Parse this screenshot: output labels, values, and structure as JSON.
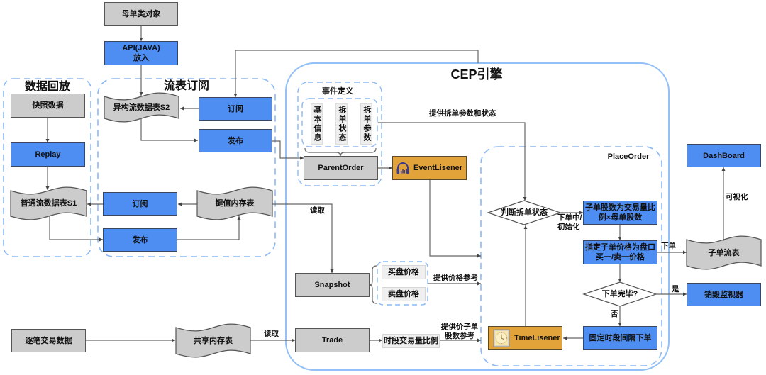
{
  "colors": {
    "process_blue": "#4e8ef2",
    "data_grey": "#cccccc",
    "listener_orange": "#e2a43a",
    "group_dashed": "#8cb9f3",
    "cep_border": "#93c0f7"
  },
  "groups": {
    "data_replay": {
      "title": "数据回放"
    },
    "stream_subscription": {
      "title": "流表订阅"
    },
    "cep_engine": {
      "title": "CEP引擎"
    },
    "event_definition": {
      "title": "事件定义",
      "fields": [
        "基本信息",
        "拆单状态",
        "拆单参数"
      ]
    },
    "place_order": {
      "title": "PlaceOrder"
    }
  },
  "nodes": {
    "parent_order_class": "母单类对象",
    "api_java": [
      "API(JAVA)",
      "放入"
    ],
    "snapshot_data": "快照数据",
    "replay": "Replay",
    "normal_stream_table_s1": "普通流数据表S1",
    "hetero_stream_table_s2": "异构流数据表S2",
    "subscribe_top": "订阅",
    "publish_top": "发布",
    "subscribe_mid": "订阅",
    "kv_memory_table": "键值内存表",
    "publish_low": "发布",
    "tick_trade_data": "逐笔交易数据",
    "shared_memory_table": "共享内存表",
    "parent_order": "ParentOrder",
    "event_listener": "EventLisener",
    "snapshot": "Snapshot",
    "bid_price": "买盘价格",
    "ask_price": "卖盘价格",
    "trade": "Trade",
    "period_volume_ratio": "时段交易量比例",
    "judge_split_status": "判断拆单状态",
    "child_qty": [
      "子单股数为交易量比",
      "例×母单股数"
    ],
    "child_price": [
      "指定子单价格为盘口",
      "买一/卖一价格"
    ],
    "order_done": "下单完毕?",
    "fixed_interval_order": "固定时段间隔下单",
    "time_listener": "TimeLisener",
    "child_order_stream": "子单流表",
    "dashboard": "DashBoard",
    "destroy_monitor": "销毁监视器"
  },
  "edge_labels": {
    "read_kv": "读取",
    "read_shared": "读取",
    "provide_split_params": "提供拆单参数和状态",
    "provide_price_ref": "提供价格参考",
    "provide_qty_ref": [
      "提供价子单",
      "股数参考"
    ],
    "ordering_init": [
      "下单中/",
      "初始化"
    ],
    "place_order": "下单",
    "yes": "是",
    "no": "否",
    "visualize": "可视化"
  },
  "icons": {
    "event_listener": "headphones-icon",
    "time_listener": "clock-icon"
  }
}
